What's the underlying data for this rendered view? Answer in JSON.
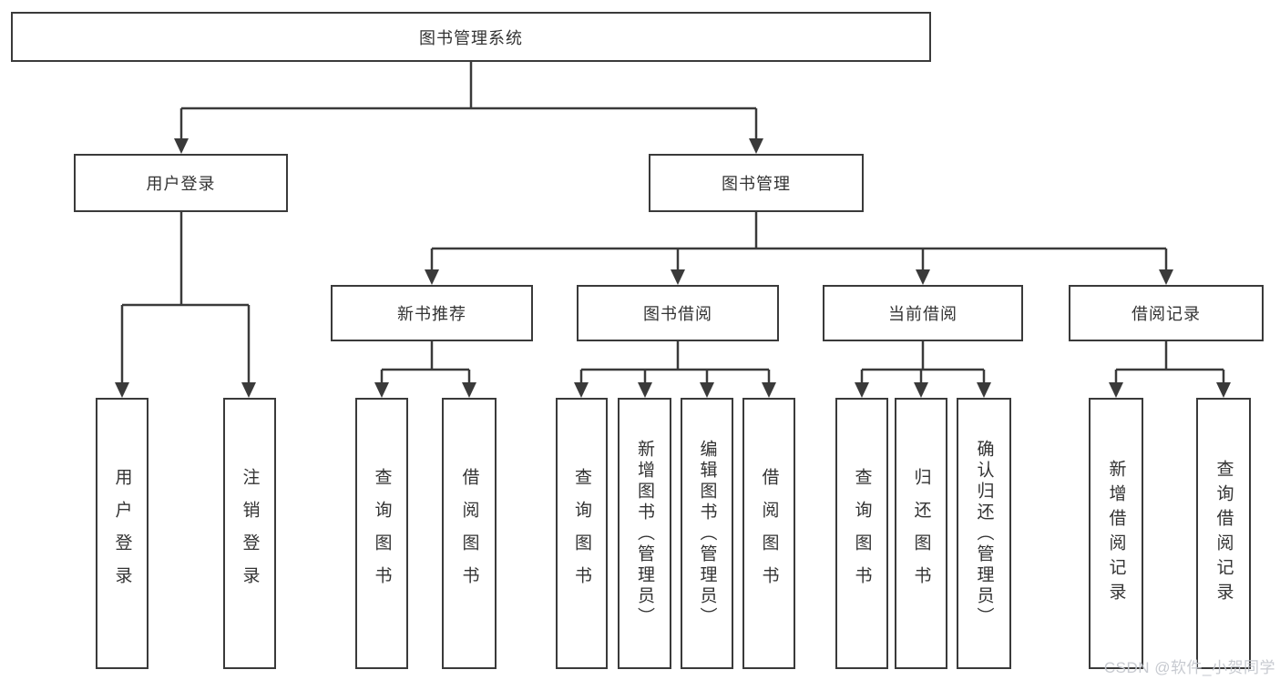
{
  "diagram": {
    "title": "图书管理系统",
    "root": {
      "label": "图书管理系统"
    },
    "branches": [
      {
        "label": "用户登录",
        "children": [
          {
            "label": "用户登录"
          },
          {
            "label": "注销登录"
          }
        ]
      },
      {
        "label": "图书管理",
        "children": [
          {
            "label": "新书推荐",
            "children": [
              {
                "label": "查询图书"
              },
              {
                "label": "借阅图书"
              }
            ]
          },
          {
            "label": "图书借阅",
            "children": [
              {
                "label": "查询图书"
              },
              {
                "label": "新增图书（管理员）"
              },
              {
                "label": "编辑图书（管理员）"
              },
              {
                "label": "借阅图书"
              }
            ]
          },
          {
            "label": "当前借阅",
            "children": [
              {
                "label": "查询图书"
              },
              {
                "label": "归还图书"
              },
              {
                "label": "确认归还（管理员）"
              }
            ]
          },
          {
            "label": "借阅记录",
            "children": [
              {
                "label": "新增借阅记录"
              },
              {
                "label": "查询借阅记录"
              }
            ]
          }
        ]
      }
    ]
  },
  "watermark": {
    "text": "CSDN @软件_小贺同学"
  },
  "colors": {
    "line": "#3a3a3a",
    "text": "#333333",
    "background": "#ffffff",
    "watermark": "#c4c7cd"
  }
}
